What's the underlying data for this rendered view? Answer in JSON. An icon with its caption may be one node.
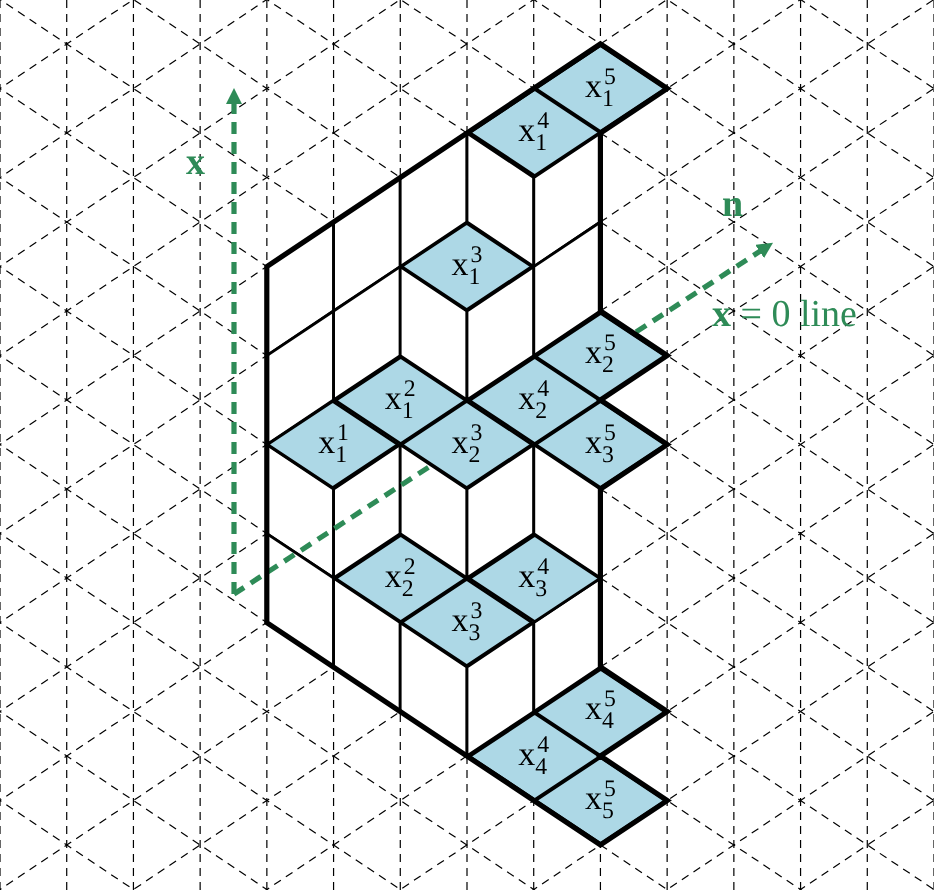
{
  "diagram": {
    "nodes": [
      {
        "text": [
          "x$_{1}$$^{5}$"
        ]
      },
      {
        "text": [
          "x$_{1}$$^{4}$"
        ]
      },
      {
        "text": [
          "x$_{1}$$^{3}$"
        ]
      },
      {
        "text": [
          "x$_{2}$$^{5}$"
        ]
      },
      {
        "text": [
          "x$_{1}$$^{2}$"
        ]
      },
      {
        "text": [
          "x$_{2}$$^{4}$"
        ]
      },
      {
        "text": [
          "x$_{1}$$^{1}$"
        ]
      },
      {
        "text": [
          "x$_{2}$$^{3}$"
        ]
      },
      {
        "text": [
          "x$_{3}$$^{5}$"
        ]
      },
      {
        "text": [
          "x$_{2}$$^{2}$"
        ]
      },
      {
        "text": [
          "x$_{3}$$^{4}$"
        ]
      },
      {
        "text": [
          "x$_{3}$$^{3}$"
        ]
      },
      {
        "text": [
          "x$_{4}$$^{5}$"
        ]
      },
      {
        "text": [
          "x$_{4}$$^{4}$"
        ]
      },
      {
        "text": [
          "x$_{5}$$^{5}$"
        ]
      }
    ],
    "labels": [
      "x",
      "n",
      "**x** = 0 line"
    ]
  }
}
